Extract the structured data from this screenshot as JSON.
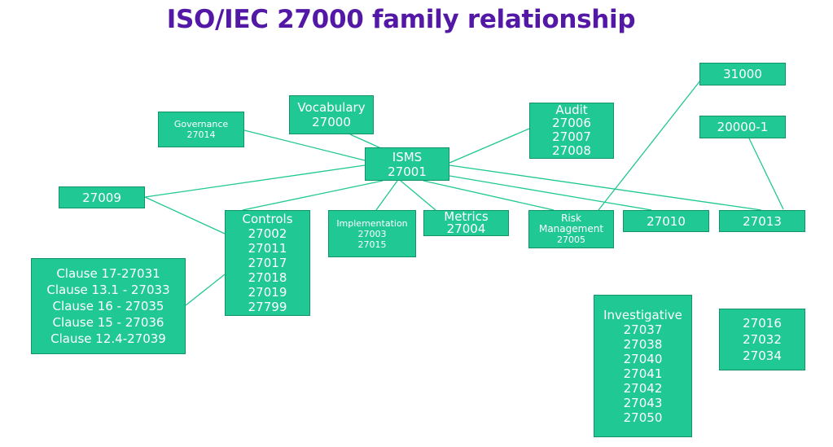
{
  "title": "ISO/IEC 27000 family relationship",
  "colors": {
    "box_fill": "#20c893",
    "box_border": "#129468",
    "title": "#5319a6",
    "line": "#20c893"
  },
  "nodes": {
    "isms": [
      "ISMS",
      "27001"
    ],
    "vocabulary": [
      "Vocabulary",
      "27000"
    ],
    "governance": [
      "Governance",
      "27014"
    ],
    "audit": [
      "Audit",
      "27006",
      "27007",
      "27008"
    ],
    "iso31000": [
      "31000"
    ],
    "iso20000": [
      "20000-1"
    ],
    "iso27009": [
      "27009"
    ],
    "controls": [
      "Controls",
      "27002",
      "27011",
      "27017",
      "27018",
      "27019",
      "27799"
    ],
    "implementation": [
      "Implementation",
      "27003",
      "27015"
    ],
    "metrics": [
      "Metrics",
      "27004"
    ],
    "risk": [
      "Risk",
      "Management",
      "27005"
    ],
    "iso27010": [
      "27010"
    ],
    "iso27013": [
      "27013"
    ],
    "clauses": [
      "Clause 17-27031",
      "Clause 13.1 - 27033",
      "Clause 16 - 27035",
      "Clause 15 - 27036",
      "Clause 12.4-27039"
    ],
    "investigative": [
      "Investigative",
      "27037",
      "27038",
      "27040",
      "27041",
      "27042",
      "27043",
      "27050"
    ],
    "others": [
      "27016",
      "27032",
      "27034"
    ]
  }
}
